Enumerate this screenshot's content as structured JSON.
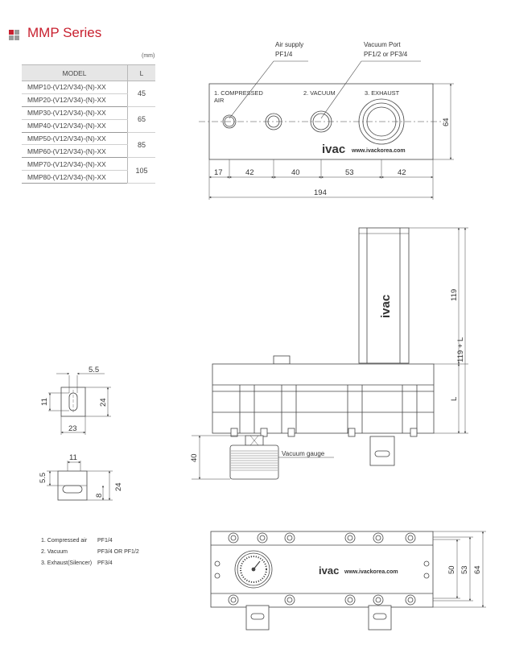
{
  "header": {
    "title": "MMP Series",
    "icon_colors": [
      "#c8202f",
      "#9a9a9a",
      "#9a9a9a",
      "#9a9a9a"
    ]
  },
  "table": {
    "unit": "(mm)",
    "col_model": "MODEL",
    "col_l": "L",
    "groups": [
      {
        "models": [
          "MMP10-(V12/V34)-(N)-XX",
          "MMP20-(V12/V34)-(N)-XX"
        ],
        "l": "45"
      },
      {
        "models": [
          "MMP30-(V12/V34)-(N)-XX",
          "MMP40-(V12/V34)-(N)-XX"
        ],
        "l": "65"
      },
      {
        "models": [
          "MMP50-(V12/V34)-(N)-XX",
          "MMP60-(V12/V34)-(N)-XX"
        ],
        "l": "85"
      },
      {
        "models": [
          "MMP70-(V12/V34)-(N)-XX",
          "MMP80-(V12/V34)-(N)-XX"
        ],
        "l": "105"
      }
    ]
  },
  "front_view": {
    "callout_air": [
      "Air supply",
      "PF1/4"
    ],
    "callout_vacuum": [
      "Vacuum Port",
      "PF1/2  or  PF3/4"
    ],
    "port_label_1a": "1. COMPRESSED",
    "port_label_1b": "AIR",
    "port_label_2": "2. VACUUM",
    "port_label_3": "3. EXHAUST",
    "logo": "ivac",
    "website": "www.ivackorea.com",
    "dims_bottom": [
      "17",
      "42",
      "40",
      "53",
      "42"
    ],
    "dim_total": "194",
    "dim_height": "64"
  },
  "side_view": {
    "logo": "ivac",
    "dim_top": "119",
    "dim_total": "119 + L",
    "dim_l": "L",
    "dim_gauge": "40",
    "gauge_label": "Vacuum  gauge"
  },
  "bracket_views": {
    "front": {
      "w_top": "5.5",
      "h_slot": "11",
      "h": "24",
      "w": "23"
    },
    "side": {
      "w_top": "11",
      "h_top": "5.5",
      "h": "24",
      "t": "8"
    }
  },
  "notes": [
    {
      "k": "1. Compressed air",
      "v": "PF1/4"
    },
    {
      "k": "2. Vacuum",
      "v": "PF3/4 OR PF1/2"
    },
    {
      "k": "3. Exhaust(Silencer)",
      "v": "PF3/4"
    }
  ],
  "top_view": {
    "logo": "ivac",
    "website": "www.ivackorea.com",
    "dims": [
      "50",
      "53",
      "64"
    ]
  }
}
